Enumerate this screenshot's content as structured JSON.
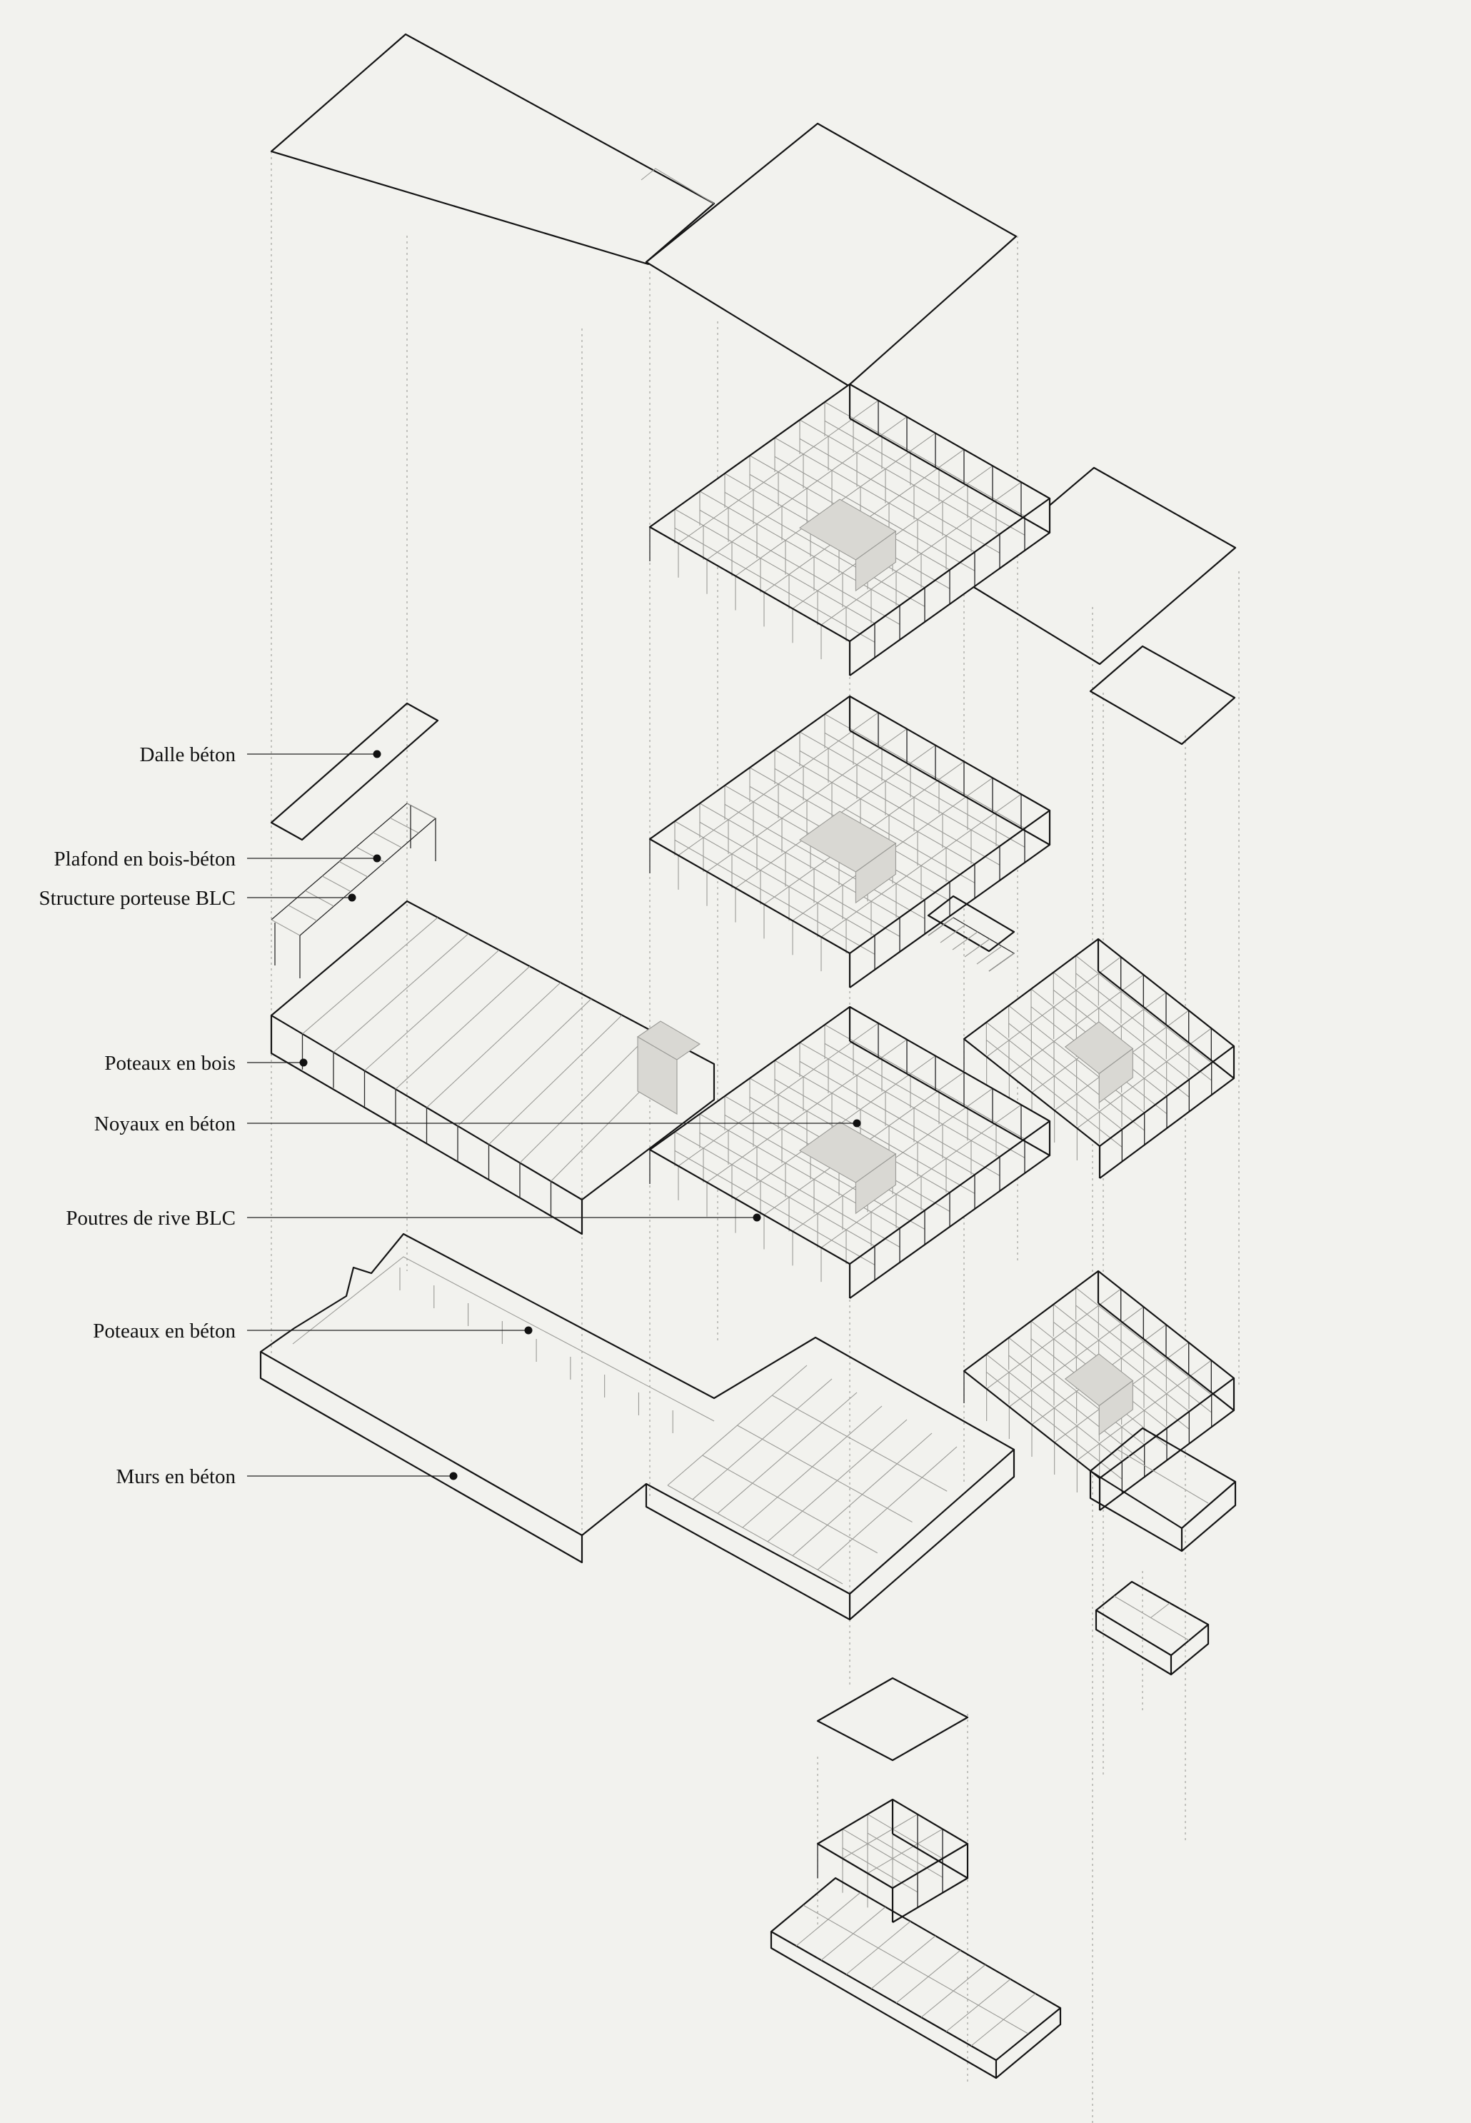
{
  "labels": {
    "dalle_beton": "Dalle béton",
    "plafond_bois_beton": "Plafond en bois-béton",
    "structure_porteuse_blc": "Structure porteuse BLC",
    "poteaux_bois": "Poteaux en bois",
    "noyaux_beton": "Noyaux en béton",
    "poutres_rive_blc": "Poutres de rive BLC",
    "poteaux_beton": "Poteaux en béton",
    "murs_beton": "Murs en béton"
  },
  "colors": {
    "background": "#f2f2ee",
    "line": "#141414",
    "fine_line": "#9a9a96",
    "core_fill": "#d9d8d3"
  }
}
